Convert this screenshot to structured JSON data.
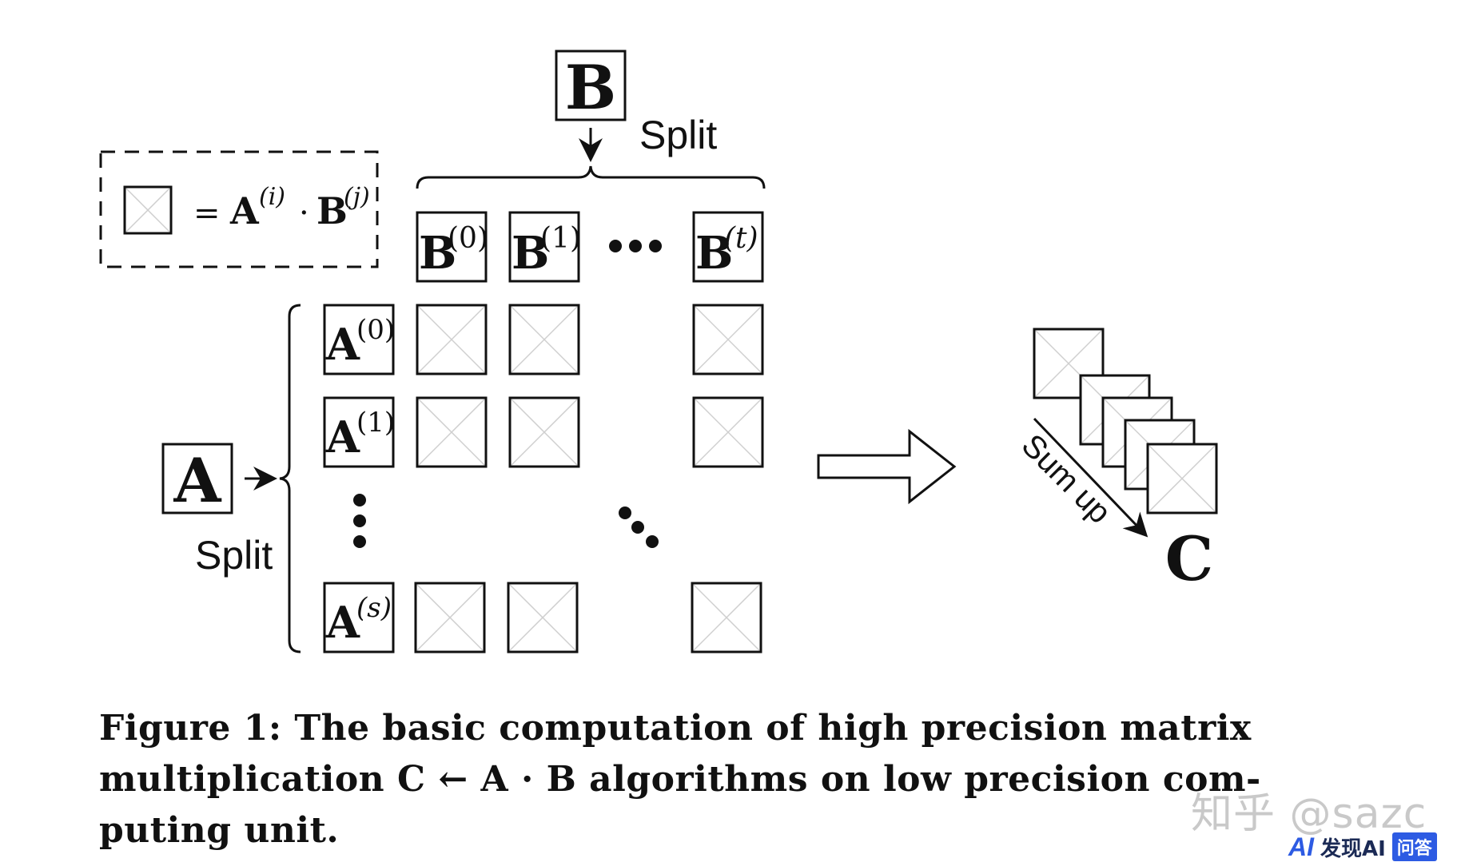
{
  "diagram": {
    "matrix_A": "A",
    "matrix_B": "B",
    "matrix_C": "C",
    "split_label_top": "Split",
    "split_label_left": "Split",
    "sum_label": "Sum up",
    "legend": {
      "equals": "=",
      "A": "A",
      "A_sup": "(i)",
      "dot": "·",
      "B": "B",
      "B_sup": "(j)"
    },
    "b_blocks": [
      {
        "letter": "B",
        "sup": "(0)"
      },
      {
        "letter": "B",
        "sup": "(1)"
      },
      {
        "letter": "B",
        "sup": "(t)"
      }
    ],
    "a_blocks": [
      {
        "letter": "A",
        "sup": "(0)"
      },
      {
        "letter": "A",
        "sup": "(1)"
      },
      {
        "letter": "A",
        "sup": "(s)"
      }
    ]
  },
  "caption": {
    "line1": "Figure 1: The basic computation of high precision matrix",
    "line2": "multiplication C ← A · B algorithms on low precision com-",
    "line3": "puting unit."
  },
  "watermark": {
    "text": "知乎 @sazc",
    "brand_mark": "AI",
    "brand_name": "发现AI",
    "brand_badge": "问答"
  }
}
